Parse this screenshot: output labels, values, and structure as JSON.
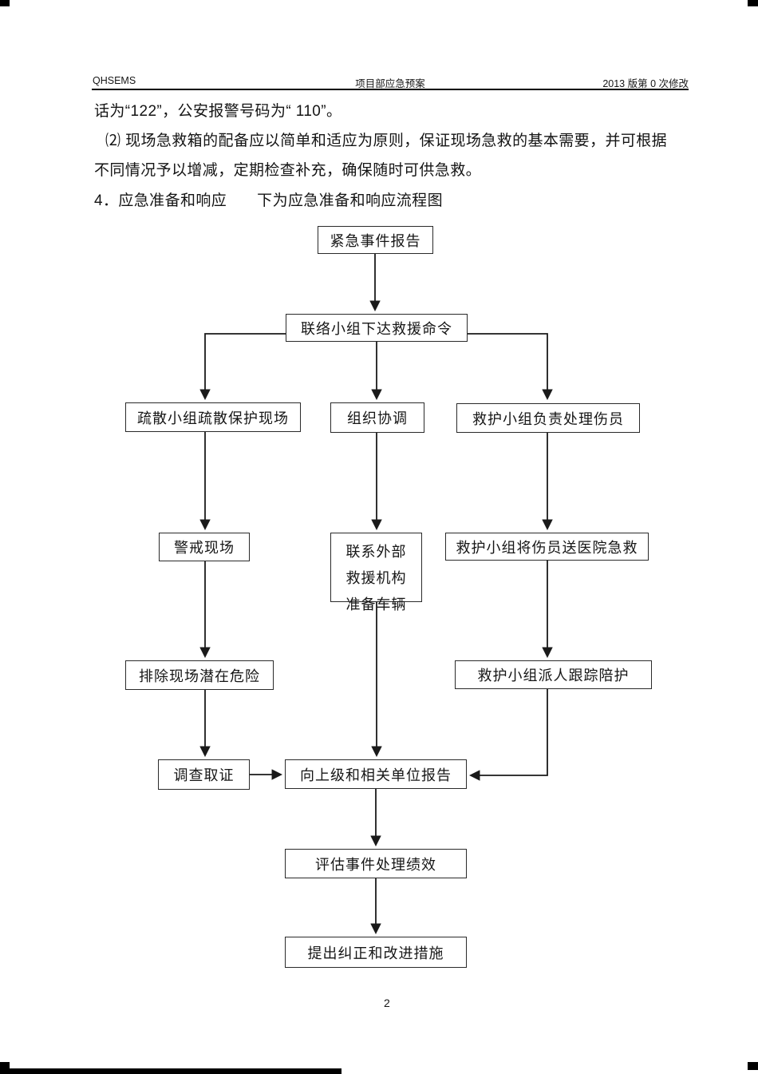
{
  "colors": {
    "ink": "#1a1a1a",
    "paper": "#ffffff"
  },
  "header": {
    "left": "QHSEMS",
    "center": "项目部应急预案",
    "right": "2013 版第 0 次修改"
  },
  "body": {
    "line1": "话为“122”，公安报警号码为“ 110”。",
    "line2": "⑵ 现场急救箱的配备应以简单和适应为原则，保证现场急救的基本需要，并可根据",
    "line3": "不同情况予以增减，定期检查补充，确保随时可供急救。",
    "line4_heading": "4．应急准备和响应",
    "line4_caption": "下为应急准备和响应流程图"
  },
  "flowchart": {
    "nodes": {
      "emergency_report": "紧急事件报告",
      "liaison_order": "联络小组下达救援命令",
      "evacuate_protect": "疏散小组疏散保护现场",
      "coordinate": "组织协调",
      "rescue_handle": "救护小组负责处理伤员",
      "guard_site": "警戒现场",
      "contact_line1": "联系外部",
      "contact_line2": "救援机构",
      "contact_line3": "准备车辆",
      "send_hospital": "救护小组将伤员送医院急救",
      "remove_danger": "排除现场潜在危险",
      "follow_care": "救护小组派人跟踪陪护",
      "investigate": "调查取证",
      "report_up": "向上级和相关单位报告",
      "evaluate": "评估事件处理绩效",
      "improve": "提出纠正和改进措施"
    }
  },
  "footer": {
    "page_number": "2"
  }
}
